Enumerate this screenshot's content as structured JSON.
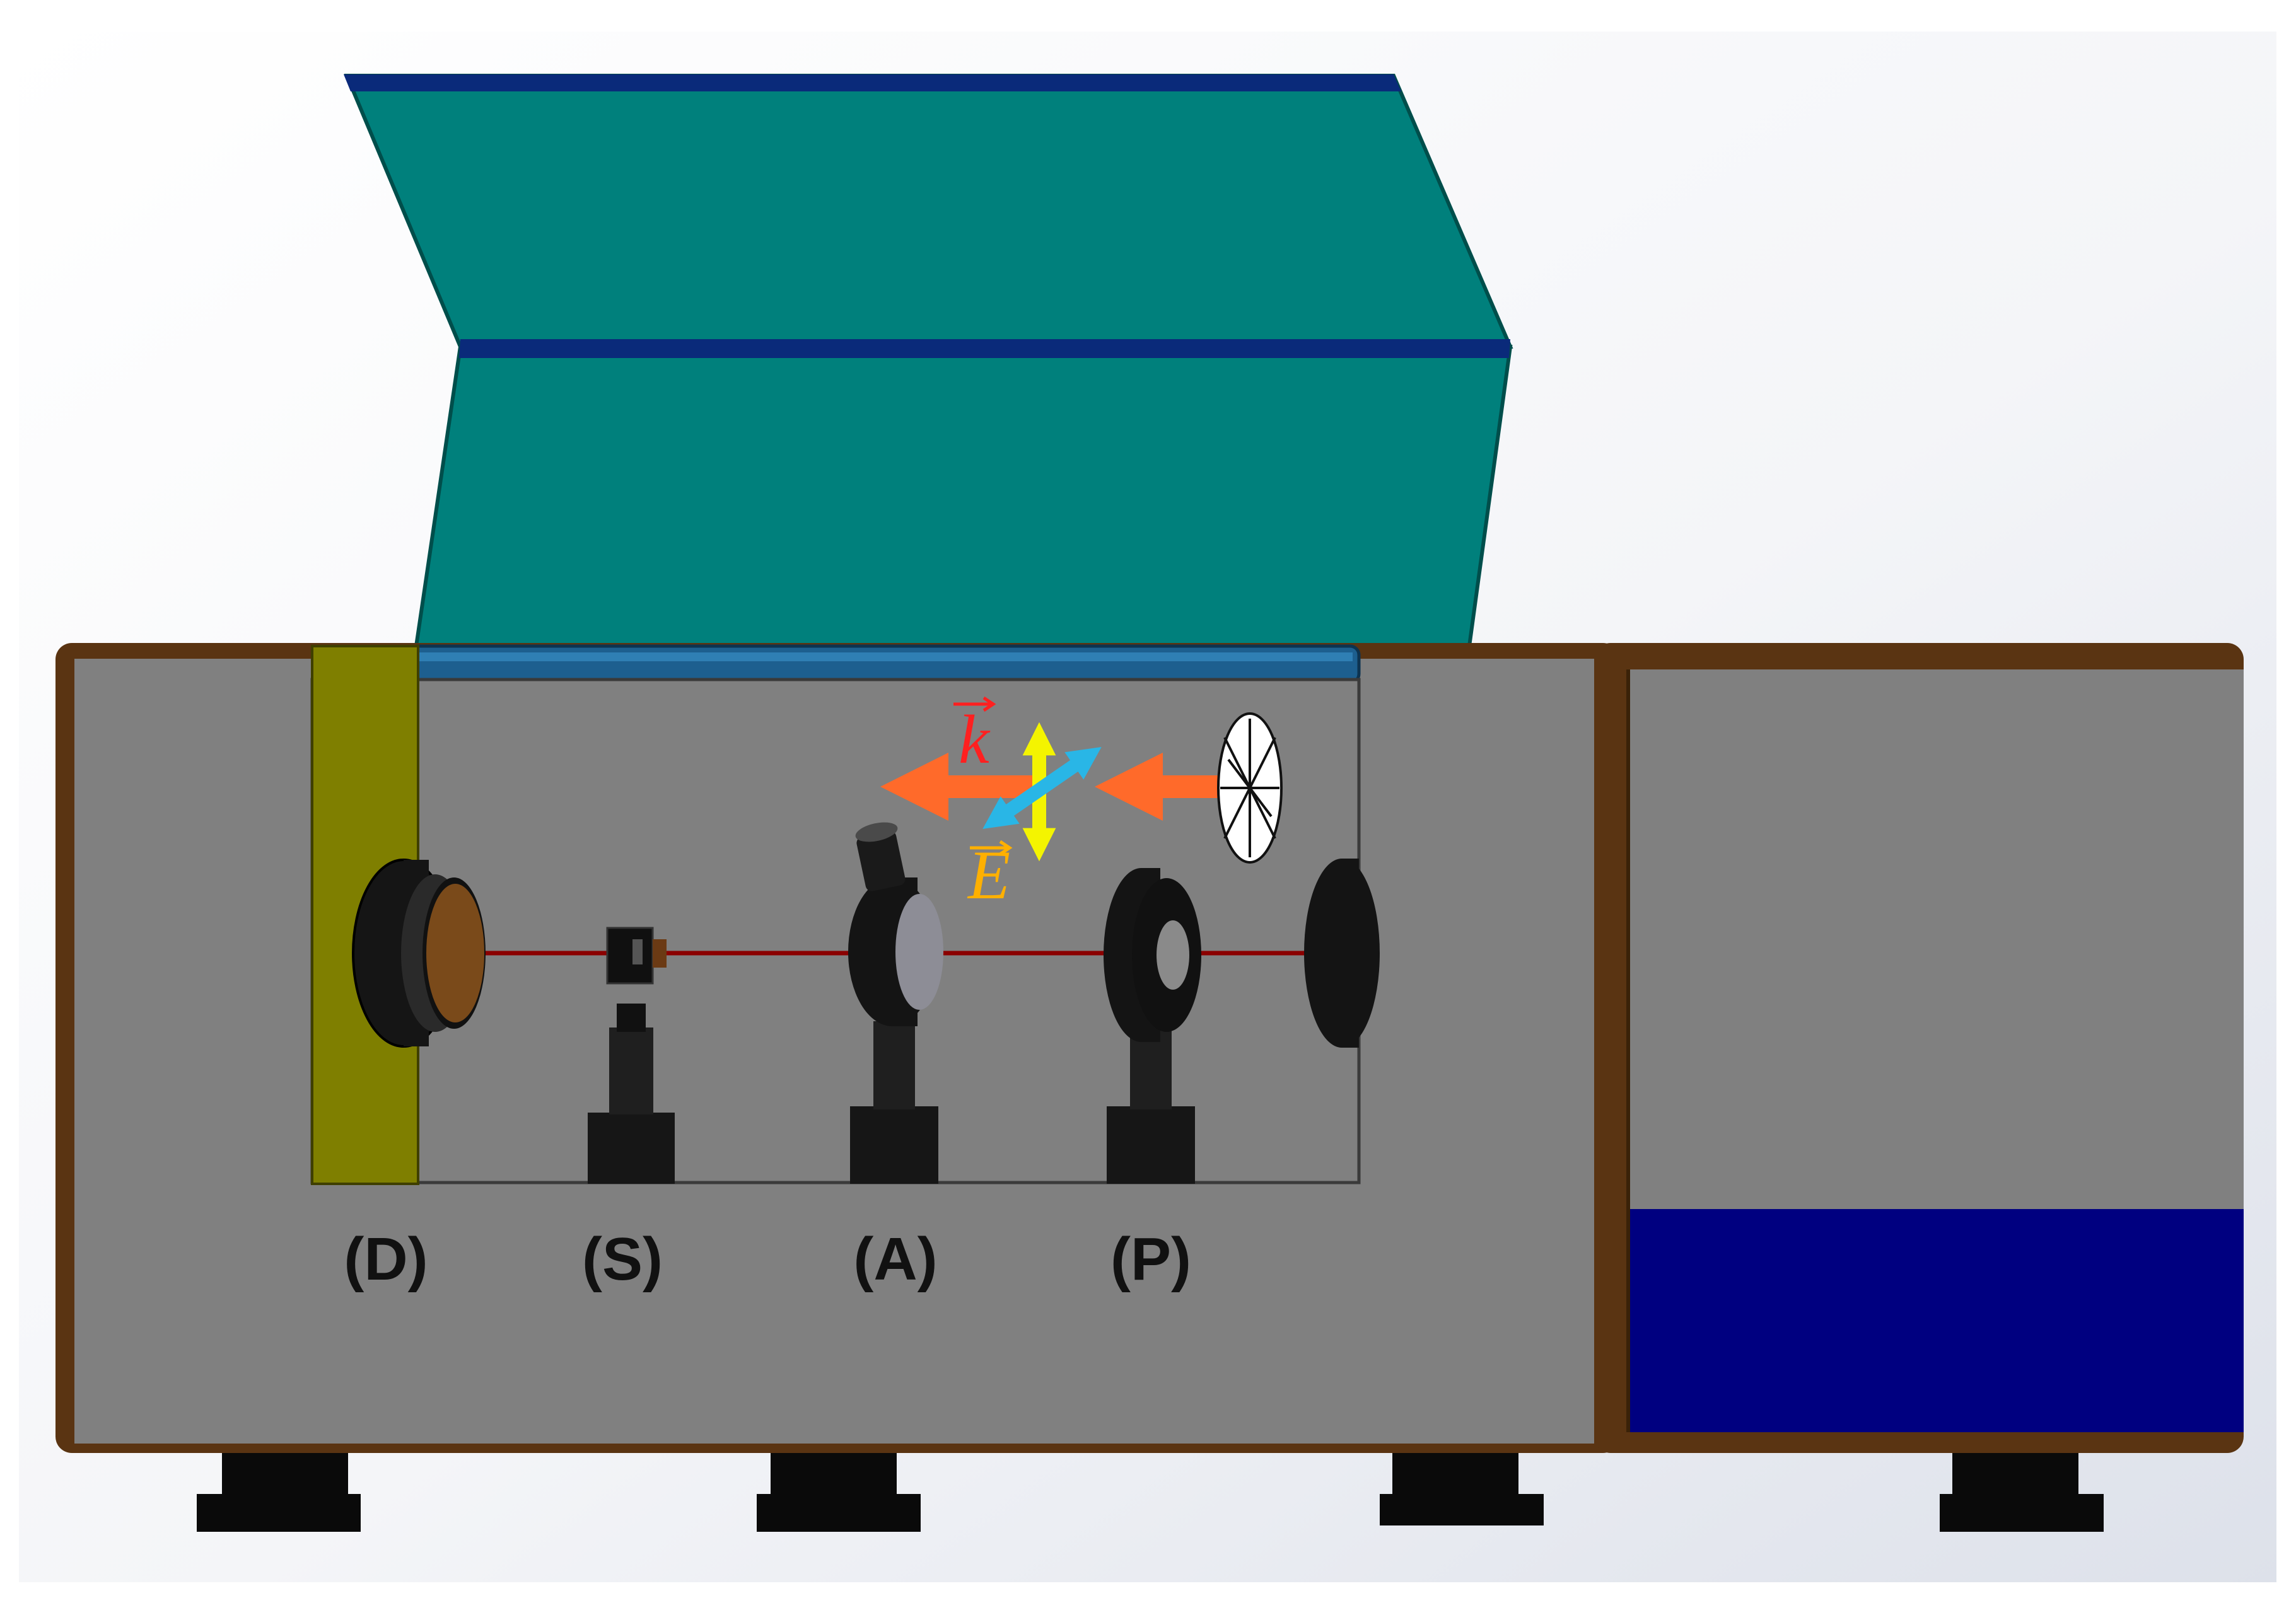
{
  "labels": {
    "detector": "(D)",
    "sample": "(S)",
    "analyzer": "(A)",
    "polarizer": "(P)"
  },
  "vectors": {
    "wave_vector": "k",
    "electric_field": "E"
  },
  "colors": {
    "lid": "#00807c",
    "lid_stripe": "#0a2a7a",
    "body": "#808080",
    "body_trim": "#5a3412",
    "detector_mount": "#7f7f00",
    "control_panel": "#000080",
    "laser_beam": "#8b0000",
    "k_label": "#ff2020",
    "e_label": "#ffb000",
    "propagation_arrow": "#ff6a2a",
    "field_arrow_vertical": "#f4f400",
    "field_arrow_diagonal": "#29b6e6"
  }
}
